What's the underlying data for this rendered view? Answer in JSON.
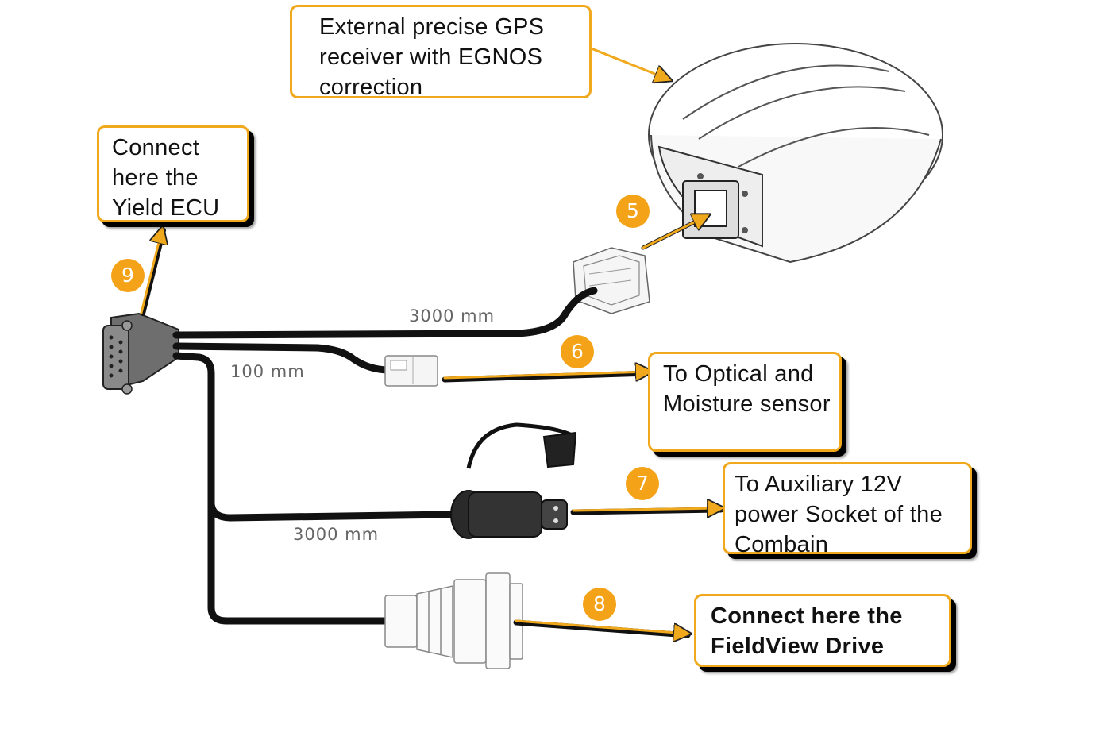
{
  "callouts": {
    "gps": "External precise GPS receiver with EGNOS correction",
    "ecu": "Connect here the Yield ECU",
    "optical": "To Optical and Moisture sensor",
    "power": "To Auxiliary 12V power Socket of the Combain",
    "fieldview": "Connect here the FieldView Drive"
  },
  "badges": {
    "b5": "5",
    "b6": "6",
    "b7": "7",
    "b8": "8",
    "b9": "9"
  },
  "lengths": {
    "gps_cable": "3000 mm",
    "sensor_cable": "100 mm",
    "power_cable": "3000 mm"
  },
  "colors": {
    "accent": "#f0a81c",
    "badge": "#f4a318",
    "cable": "#111111"
  }
}
